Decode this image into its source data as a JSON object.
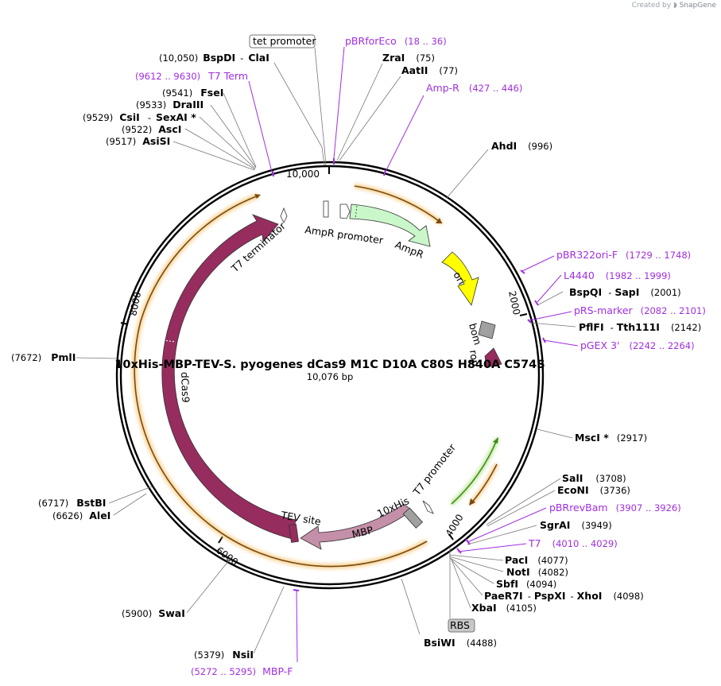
{
  "brand": {
    "prefix": "Created by",
    "name": "SnapGene"
  },
  "plasmid": {
    "title": "10xHis-MBP-TEV-S. pyogenes dCas9 M1C D10A C80S H840A C574S",
    "length": "10,076 bp"
  },
  "ticks": [
    "10,000",
    "2000",
    "4000",
    "6000",
    "8000"
  ],
  "sites": [
    {
      "name": "BspDI",
      "name2": "ClaI",
      "pos": "(10,050)"
    },
    {
      "name": "ZraI",
      "pos": "(75)"
    },
    {
      "name": "AatII",
      "pos": "(77)"
    },
    {
      "name": "FseI",
      "pos": "(9541)"
    },
    {
      "name": "DraIII",
      "pos": "(9533)"
    },
    {
      "name": "CsiI",
      "name2": "SexAI *",
      "pos": "(9529)"
    },
    {
      "name": "AscI",
      "pos": "(9522)"
    },
    {
      "name": "AsiSI",
      "pos": "(9517)"
    },
    {
      "name": "AhdI",
      "pos": "(996)"
    },
    {
      "name": "BspQI",
      "name2": "SapI",
      "pos": "(2001)"
    },
    {
      "name": "PflFI",
      "name2": "Tth111I",
      "pos": "(2142)"
    },
    {
      "name": "PmlI",
      "pos": "(7672)"
    },
    {
      "name": "MscI *",
      "pos": "(2917)"
    },
    {
      "name": "SalI",
      "pos": "(3708)"
    },
    {
      "name": "EcoNI",
      "pos": "(3736)"
    },
    {
      "name": "SgrAI",
      "pos": "(3949)"
    },
    {
      "name": "BstBI",
      "pos": "(6717)"
    },
    {
      "name": "AleI",
      "pos": "(6626)"
    },
    {
      "name": "PacI",
      "pos": "(4077)"
    },
    {
      "name": "NotI",
      "pos": "(4082)"
    },
    {
      "name": "SbfI",
      "pos": "(4094)"
    },
    {
      "name": "PaeR7I",
      "name2": "PspXI",
      "name3": "XhoI",
      "pos": "(4098)"
    },
    {
      "name": "XbaI",
      "pos": "(4105)"
    },
    {
      "name": "SwaI",
      "pos": "(5900)"
    },
    {
      "name": "BsiWI",
      "pos": "(4488)"
    },
    {
      "name": "NsiI",
      "pos": "(5379)"
    }
  ],
  "primers": [
    {
      "name": "pBRforEco",
      "pos": "(18 .. 36)"
    },
    {
      "name": "T7 Term",
      "pos": "(9612 .. 9630)"
    },
    {
      "name": "Amp-R",
      "pos": "(427 .. 446)"
    },
    {
      "name": "pBR322ori-F",
      "pos": "(1729 .. 1748)"
    },
    {
      "name": "L4440",
      "pos": "(1982 .. 1999)"
    },
    {
      "name": "pRS-marker",
      "pos": "(2082 .. 2101)"
    },
    {
      "name": "pGEX 3'",
      "pos": "(2242 .. 2264)"
    },
    {
      "name": "pBRrevBam",
      "pos": "(3907 .. 3926)"
    },
    {
      "name": "T7",
      "pos": "(4010 .. 4029)"
    },
    {
      "name": "MBP-F",
      "pos": "(5272 .. 5295)"
    }
  ],
  "features": {
    "tet_promoter": "tet promoter",
    "t7_terminator": "T7 terminator",
    "ampr_promoter": "AmpR promoter",
    "ampr": "AmpR",
    "ori": "ori",
    "bom": "bom",
    "rop": "rop",
    "dcas9": "dCas9",
    "tev": "TEV site",
    "mbp": "MBP",
    "his": "10xHis",
    "t7_promoter": "T7 promoter",
    "rbs": "RBS"
  },
  "colors": {
    "cds_dcas9": "#962d5e",
    "mbp": "#c48fa8",
    "ampr": "#c9f7c9",
    "ori": "#ffff00",
    "bom": "#a0a0a0",
    "primer": "#a02ee0",
    "orf": "#f3b33c"
  }
}
